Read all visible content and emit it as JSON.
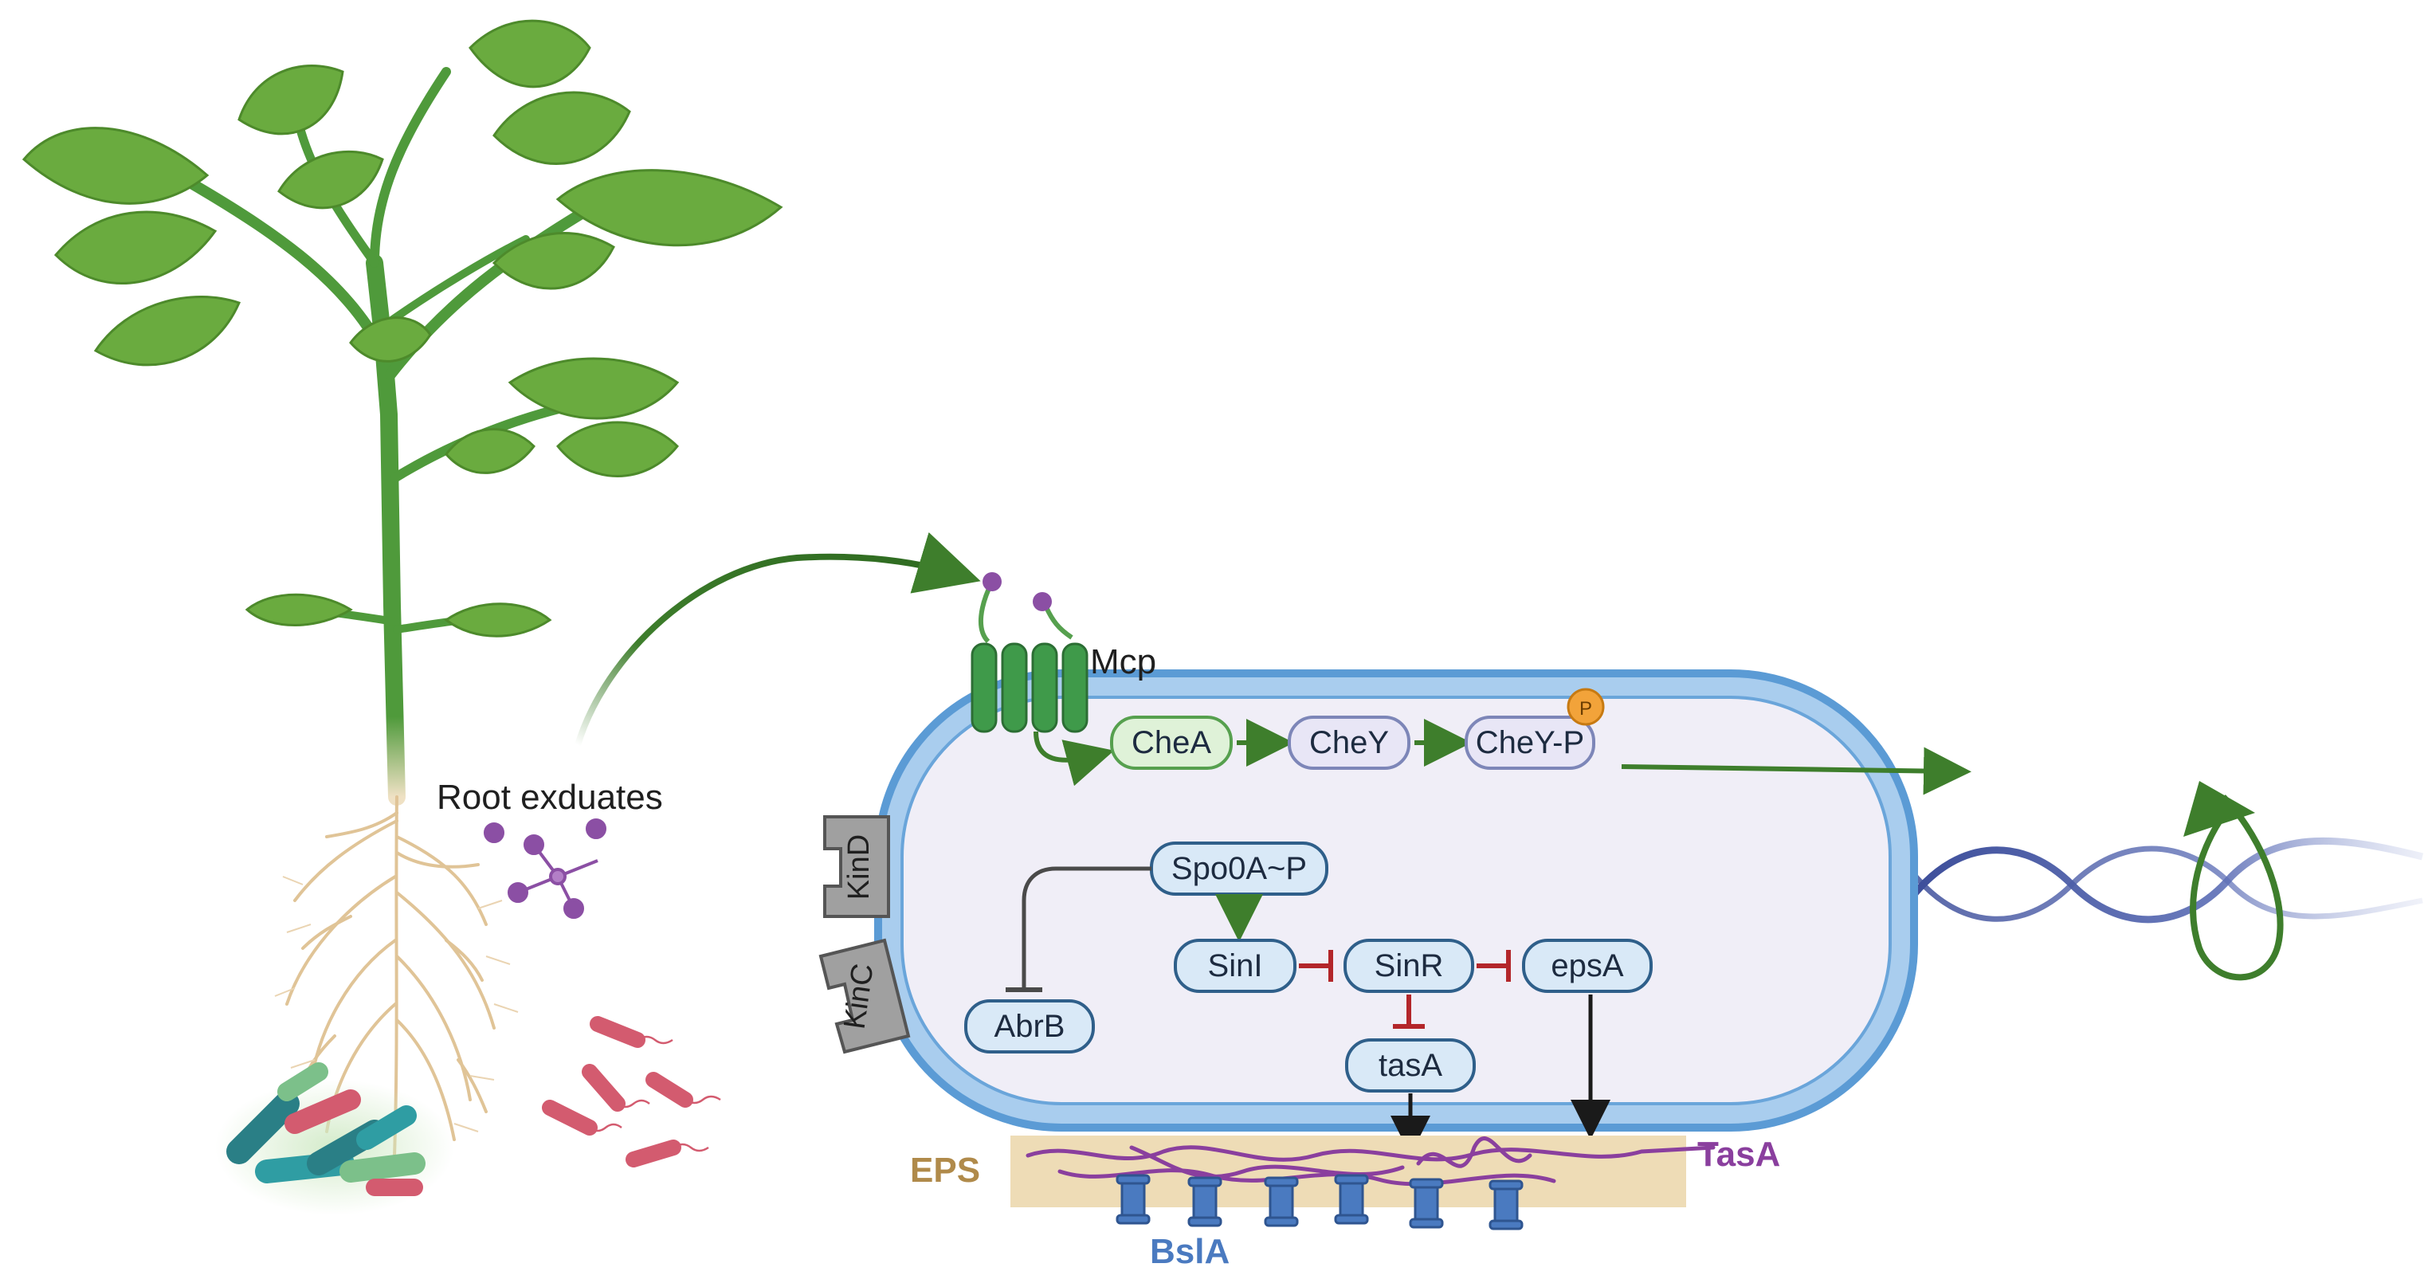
{
  "labels": {
    "root_exudates": "Root exduates",
    "mcp": "Mcp",
    "phospho": "P",
    "eps": "EPS",
    "tasa_matrix": "TasA",
    "bsla": "BslA",
    "kind": "KinD",
    "kinc": "KinC"
  },
  "nodes": {
    "chea": "CheA",
    "chey": "CheY",
    "cheyp": "CheY-P",
    "spo0a": "Spo0A~P",
    "sini": "SinI",
    "sinr": "SinR",
    "epsa": "epsA",
    "abrb": "AbrB",
    "tasa": "tasA"
  },
  "colors": {
    "membrane_outer": "#5b9bd5",
    "membrane_inner": "#a9cdee",
    "cytoplasm": "#f0eef7",
    "node_fill": "#d9e9f7",
    "node_stroke": "#2f5f8a",
    "chea_fill": "#dff2d8",
    "chea_stroke": "#56a04e",
    "chey_fill": "#e8e6f6",
    "chey_stroke": "#7d86b8",
    "activation": "#3e7e2c",
    "inhibition": "#b3262a",
    "leaf": "#6aab3f",
    "stem": "#4f9a3b",
    "root": "#e6c9a0",
    "exudate": "#8b4fa4",
    "bacteria": "#d35b6f",
    "eps_fill": "#eedcb6",
    "eps_text": "#b08a4a",
    "tasa_fiber": "#8a3f9e",
    "bsla_fill": "#4a7ac0",
    "flagellum_a": "#3d4e9a",
    "flagellum_b": "#6a7cbf",
    "phospho": "#f2a33a",
    "kin_fill": "#9a9a9a"
  }
}
